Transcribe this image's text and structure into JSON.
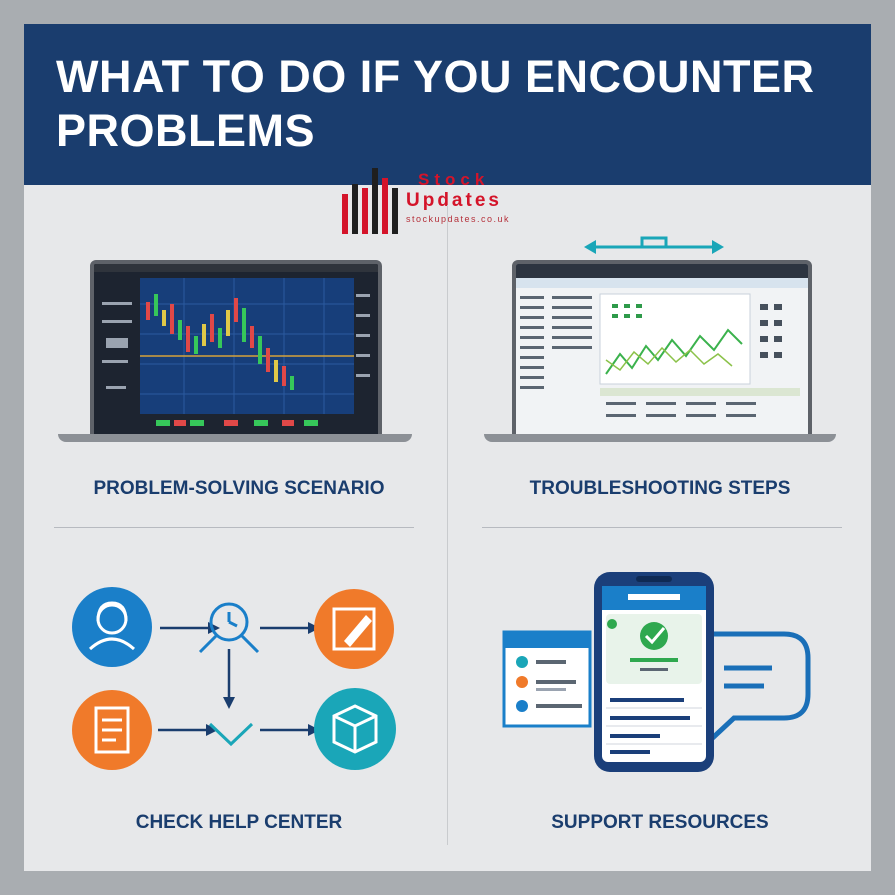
{
  "header": {
    "title": "WHAT TO DO IF YOU ENCOUNTER PROBLEMS"
  },
  "logo": {
    "line1": "Stock",
    "line2": "Updates",
    "url": "stockupdates.co.uk"
  },
  "panels": {
    "top_left": {
      "label": "PROBLEM-SOLVING SCENARIO"
    },
    "top_right": {
      "label": "TROUBLESHOOTING STEPS"
    },
    "bottom_left": {
      "label": "CHECK HELP CENTER"
    },
    "bottom_right": {
      "label": "SUPPORT RESOURCES"
    }
  },
  "colors": {
    "header_bg": "#1a3d6e",
    "accent_blue": "#1a7fc9",
    "accent_orange": "#f07a2a",
    "accent_teal": "#1aa6b8",
    "check_green": "#2fa84f",
    "logo_red": "#d4142a"
  },
  "icons": [
    "user-support-icon",
    "clock-magnifier-icon",
    "edit-document-icon",
    "document-list-icon",
    "checkmark-icon",
    "cube-box-icon",
    "chat-bubble-icon",
    "phone-icon",
    "resize-arrows-icon"
  ]
}
